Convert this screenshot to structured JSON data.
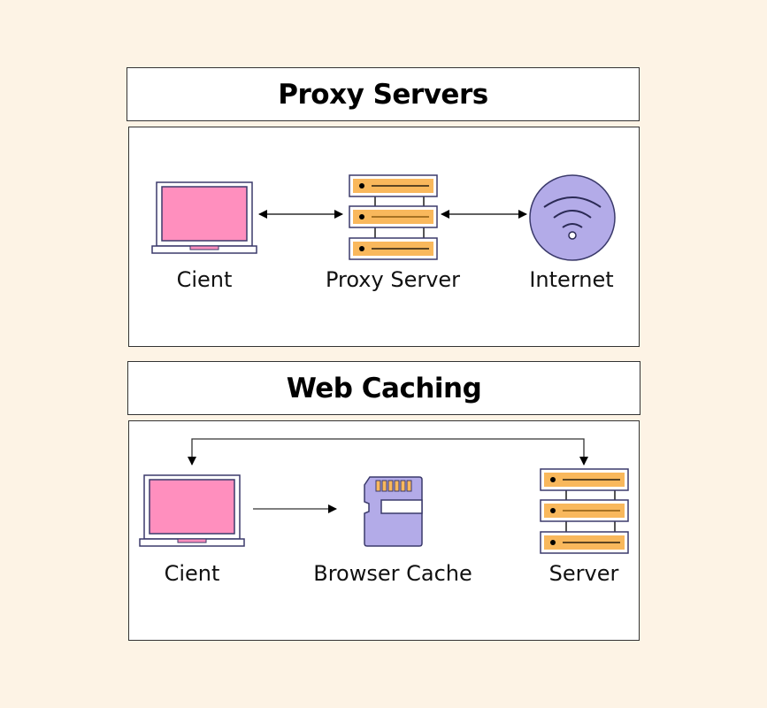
{
  "sections": [
    {
      "title": "Proxy Servers",
      "nodes": [
        {
          "label": "Cient",
          "icon": "laptop-icon"
        },
        {
          "label": "Proxy Server",
          "icon": "server-stack-icon"
        },
        {
          "label": "Internet",
          "icon": "wifi-globe-icon"
        }
      ],
      "edges": [
        {
          "from": "Cient",
          "to": "Proxy Server",
          "direction": "bidirectional"
        },
        {
          "from": "Proxy Server",
          "to": "Internet",
          "direction": "bidirectional"
        }
      ]
    },
    {
      "title": "Web Caching",
      "nodes": [
        {
          "label": "Cient",
          "icon": "laptop-icon"
        },
        {
          "label": "Browser Cache",
          "icon": "memory-card-icon"
        },
        {
          "label": "Server",
          "icon": "server-stack-icon"
        }
      ],
      "edges": [
        {
          "from": "Cient",
          "to": "Browser Cache",
          "direction": "forward"
        },
        {
          "from": "Server",
          "to": "Cient",
          "direction": "routed-over-top"
        },
        {
          "from": "Cient",
          "to": "Server",
          "direction": "routed-over-top"
        }
      ]
    }
  ],
  "colors": {
    "background": "#fdf3e5",
    "screen_pink": "#ff8fbe",
    "server_orange": "#f9b85c",
    "globe_purple": "#b3abe8",
    "card_purple": "#b3abe8",
    "outline": "#3b3a6b"
  }
}
